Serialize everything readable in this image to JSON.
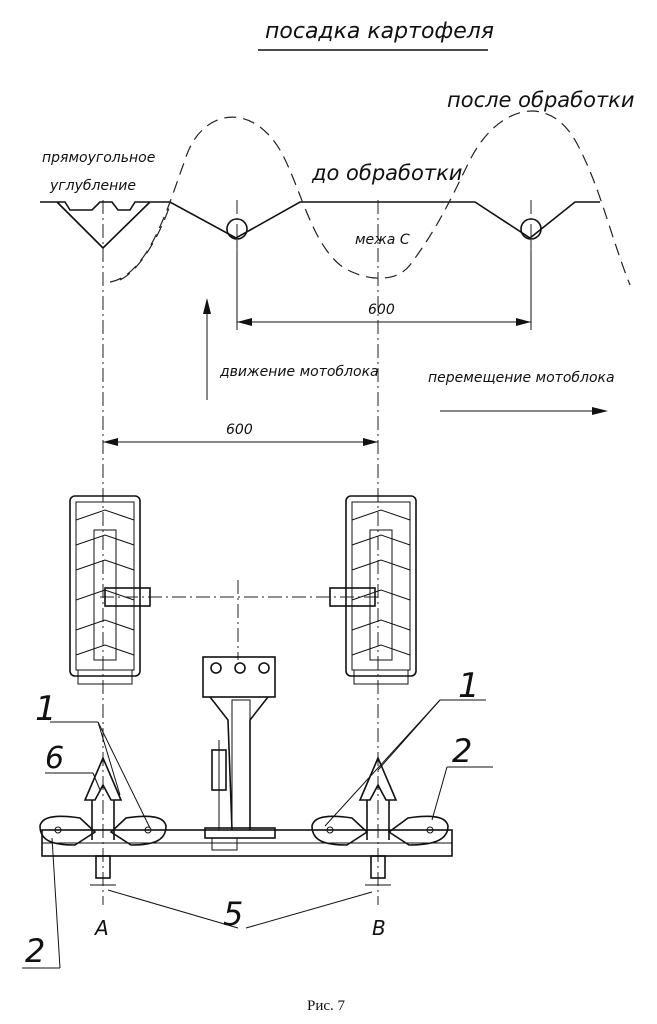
{
  "title": "посадка картофеля",
  "labels": {
    "after": "после обработки",
    "before": "до обработки",
    "rect_line1": "прямоугольное",
    "rect_line2": "углубление",
    "ridge": "межа С",
    "move_unit": "движение мотоблока",
    "shift_unit": "перемещение мотоблока",
    "dim_top": "600",
    "dim_mid": "600"
  },
  "callouts": {
    "c1_left": "1",
    "c1_right": "1",
    "c6": "6",
    "c2_right": "2",
    "c2_left": "2",
    "c5": "5",
    "pointA": "A",
    "pointB": "B"
  },
  "caption": "Рис. 7"
}
